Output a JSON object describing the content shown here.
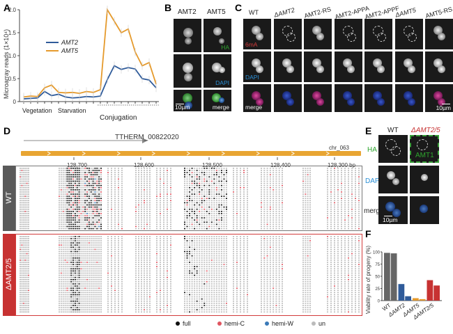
{
  "panels": {
    "A": "A",
    "B": "B",
    "C": "C",
    "D": "D",
    "E": "E",
    "F": "F"
  },
  "colors": {
    "amt2": "#2f5b9a",
    "amt5": "#e59a2c",
    "full": "#111111",
    "hemiC": "#e05560",
    "hemiW": "#3a7ab8",
    "un": "#bbbbbb",
    "wt_bar": "#555555",
    "mut_box": "#d23a3a",
    "ha": "#2ea52e",
    "dapi": "#2a8fd6",
    "sixma": "#d23a3a"
  },
  "panelA": {
    "ylabel": "Microarray reads (1×10⁴)",
    "phase_vegetation": "Vegetation",
    "phase_starvation": "Starvation",
    "phase_conjugation": "Conjugation",
    "chart_data": {
      "type": "line",
      "ylim": [
        0,
        2.0
      ],
      "yticks": [
        0,
        0.5,
        1.0,
        1.5,
        2.0
      ],
      "ytick_labels": [
        "0",
        "0.5",
        "1.0",
        "1.5",
        "2.0"
      ],
      "x": [
        1,
        2,
        3,
        4,
        5,
        6,
        7,
        8,
        9,
        10,
        11,
        12,
        13,
        14,
        15,
        16,
        17,
        18,
        19,
        20
      ],
      "series": [
        {
          "name": "AMT2",
          "values": [
            0.06,
            0.07,
            0.08,
            0.22,
            0.13,
            0.16,
            0.1,
            0.08,
            0.09,
            0.11,
            0.1,
            0.12,
            0.48,
            0.78,
            0.7,
            0.74,
            0.71,
            0.5,
            0.47,
            0.3
          ]
        },
        {
          "name": "AMT5",
          "values": [
            0.1,
            0.12,
            0.11,
            0.3,
            0.36,
            0.2,
            0.19,
            0.2,
            0.18,
            0.22,
            0.2,
            0.26,
            2.0,
            1.75,
            1.5,
            1.58,
            1.08,
            0.78,
            0.85,
            0.38
          ]
        }
      ]
    }
  },
  "panelB": {
    "col1": "AMT2",
    "col2": "AMT5",
    "ha": "HA",
    "dapi": "DAPI",
    "merge": "merge",
    "scale": "10µm"
  },
  "panelC": {
    "cols": [
      "WT",
      "ΔAMT2",
      "AMT2-RS",
      "AMT2-APPA",
      "AMT2-APPF",
      "ΔAMT5",
      "AMT5-RS"
    ],
    "sixma": "6mA",
    "dapi": "DAPI",
    "merge": "merge",
    "scale": "10µm"
  },
  "panelD": {
    "gene": "TTHERM_00822020",
    "chr": "chr_063",
    "coords": [
      "128,700",
      "128,600",
      "128,500",
      "128,400",
      "128,300 bp"
    ],
    "wt": "WT",
    "mut": "ΔAMT2/5",
    "legend": [
      {
        "label": "full"
      },
      {
        "label": "hemi-C"
      },
      {
        "label": "hemi-W"
      },
      {
        "label": "un"
      }
    ]
  },
  "panelE": {
    "wt": "WT",
    "mut": "ΔAMT2/5",
    "ha": "HA",
    "dapi": "DAPI",
    "merge": "merge",
    "amt1": "AMT1",
    "scale": "10µm"
  },
  "panelF": {
    "chart_data": {
      "type": "bar",
      "ylabel": "Viability rate of progeny (%)",
      "ylim": [
        0,
        100
      ],
      "yticks": [
        0,
        25,
        50,
        75,
        100
      ],
      "ytick_labels": [
        "0",
        "25",
        "50",
        "75",
        "100"
      ],
      "groups": [
        {
          "name": "WT",
          "values": [
            98,
            97
          ]
        },
        {
          "name": "ΔAMT2",
          "values": [
            34,
            9
          ]
        },
        {
          "name": "ΔAMT5",
          "values": [
            5,
            3
          ]
        },
        {
          "name": "ΔAMT2/5",
          "values": [
            42,
            31
          ]
        }
      ]
    }
  }
}
